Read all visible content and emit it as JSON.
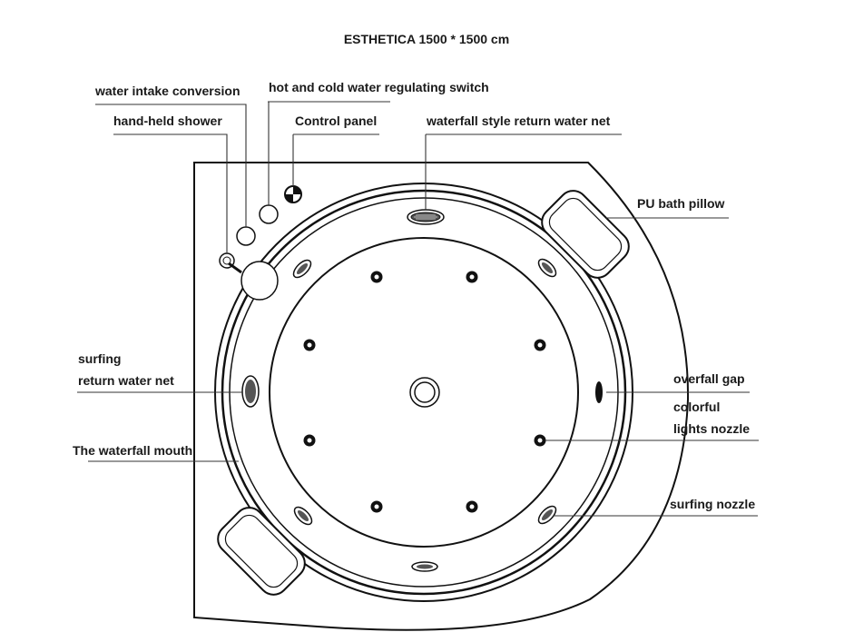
{
  "title": "ESTHETICA 1500 * 1500 cm",
  "labels": {
    "water_intake_conversion": "water intake conversion",
    "hot_cold_switch": "hot and cold water regulating switch",
    "hand_held_shower": "hand-held shower",
    "control_panel": "Control panel",
    "waterfall_return_net": "waterfall style return water net",
    "pu_bath_pillow": "PU bath pillow",
    "surfing_line1": "surfing",
    "surfing_line2": "return water net",
    "overfall_gap": "overfall gap",
    "colorful_line1": "colorful",
    "colorful_line2": "lights nozzle",
    "waterfall_mouth": "The waterfall mouth",
    "surfing_nozzle": "surfing nozzle"
  },
  "colors": {
    "stroke": "#111111",
    "background": "#ffffff"
  }
}
